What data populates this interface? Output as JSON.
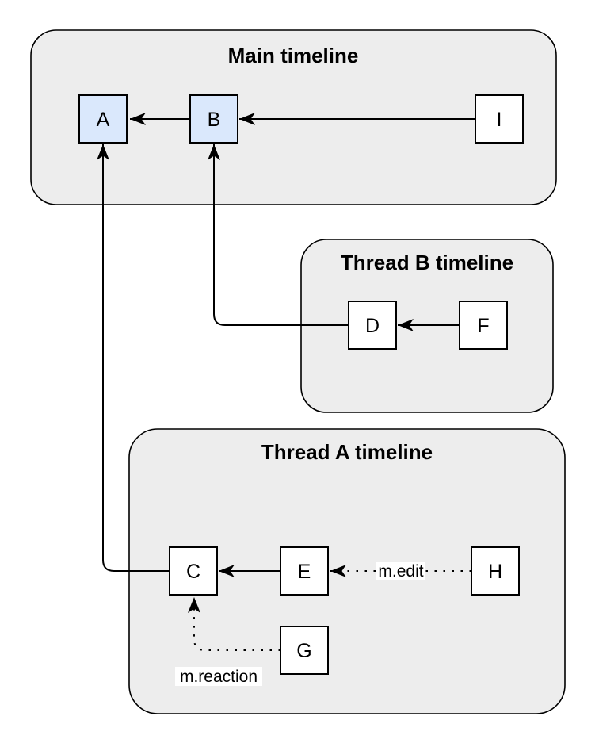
{
  "colors": {
    "page_background": "#ffffff",
    "container_fill": "#ededed",
    "container_stroke": "#000000",
    "event_node_fill": "#ffffff",
    "highlighted_node_fill": "#dae8fc",
    "node_stroke": "#000000",
    "edge_stroke": "#000000",
    "arrowhead_fill": "#000000",
    "label_background": "#ffffff",
    "text_color": "#000000"
  },
  "containers": {
    "main": {
      "title": "Main timeline"
    },
    "thread_b": {
      "title": "Thread B timeline"
    },
    "thread_a": {
      "title": "Thread A timeline"
    }
  },
  "nodes": {
    "a": {
      "label": "A"
    },
    "b": {
      "label": "B"
    },
    "i": {
      "label": "I"
    },
    "d": {
      "label": "D"
    },
    "f": {
      "label": "F"
    },
    "c": {
      "label": "C"
    },
    "e": {
      "label": "E"
    },
    "h": {
      "label": "H"
    },
    "g": {
      "label": "G"
    }
  },
  "edge_labels": {
    "m_edit": "m.edit",
    "m_reaction": "m.reaction"
  }
}
